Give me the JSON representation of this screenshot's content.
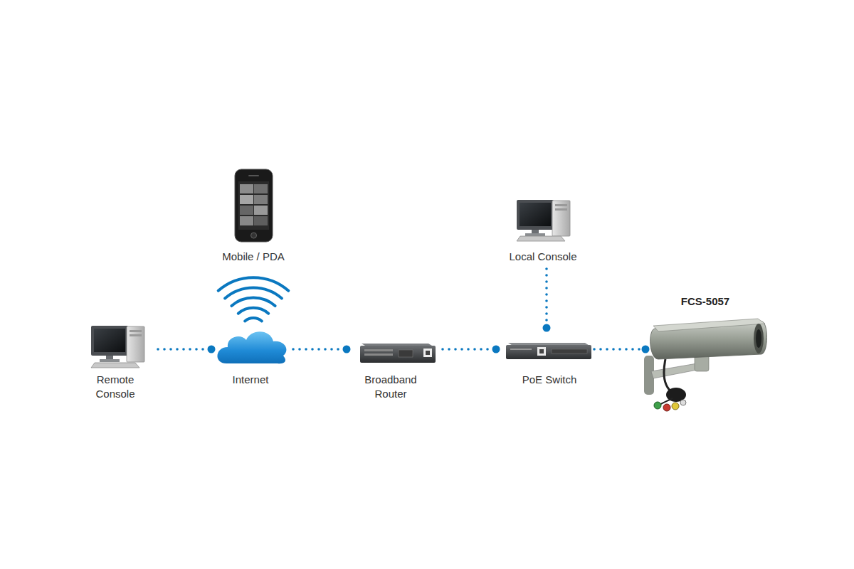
{
  "diagram": {
    "nodes": [
      {
        "text": [
          "Mobile / PDA"
        ]
      },
      {
        "text": [
          "Local Console"
        ]
      },
      {
        "text": [
          "FCS-5057"
        ]
      },
      {
        "text": [
          "Remote Console"
        ]
      },
      {
        "text": [
          "Internet"
        ]
      },
      {
        "text": [
          "Broadband Router"
        ]
      },
      {
        "text": [
          "PoE Switch"
        ]
      }
    ],
    "edges": [
      {
        "from": 3,
        "to": 4,
        "arrow": "none"
      },
      {
        "from": 4,
        "to": 5,
        "arrow": "none"
      },
      {
        "from": 5,
        "to": 6,
        "arrow": "none"
      },
      {
        "from": 6,
        "to": 2,
        "arrow": "none"
      },
      {
        "from": 1,
        "to": 6,
        "arrow": "none"
      },
      {
        "from": 0,
        "to": 4,
        "arrow": "none"
      }
    ]
  }
}
